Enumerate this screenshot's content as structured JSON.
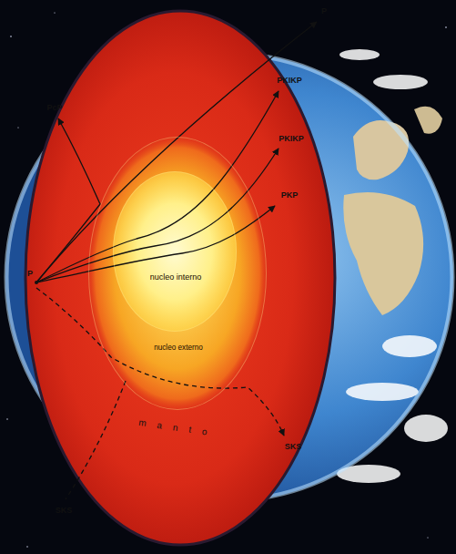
{
  "diagram": {
    "nodes": [
      {
        "text": [
          "nucleo externo"
        ]
      },
      {
        "text": [
          "nucleo interno"
        ],
        "in": 0
      }
    ],
    "labels": [
      "P",
      "PcP",
      "PKIKP",
      "PKIKP",
      "PKP",
      "P",
      "manto",
      "SKS",
      "SKS"
    ]
  }
}
